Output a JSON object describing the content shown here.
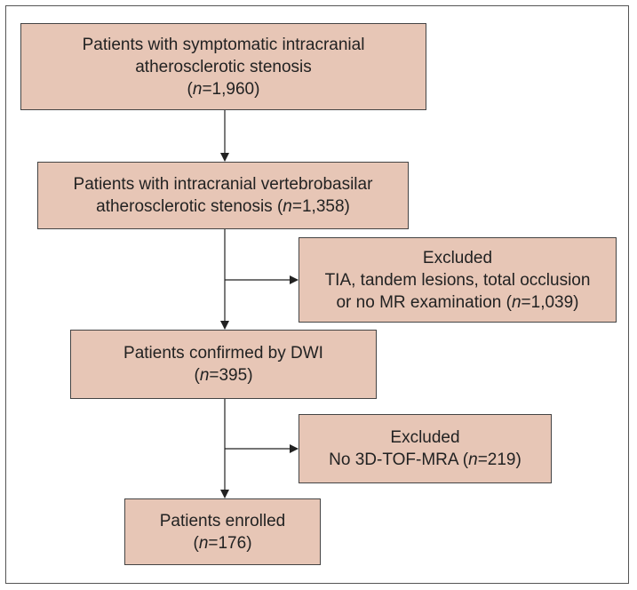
{
  "boxes": {
    "b1": {
      "line1": "Patients with symptomatic intracranial",
      "line2": "atherosclerotic stenosis",
      "n_label": "n",
      "n_value": "=1,960"
    },
    "b2": {
      "line1": "Patients with intracranial vertebrobasilar",
      "line2_prefix": "atherosclerotic stenosis (",
      "n_label": "n",
      "n_value": "=1,358)"
    },
    "ex1": {
      "title": "Excluded",
      "line1": "TIA, tandem lesions, total occlusion",
      "line2_prefix": "or no MR examination (",
      "n_label": "n",
      "n_value": "=1,039)"
    },
    "b3": {
      "line1": "Patients confirmed by DWI",
      "n_label": "n",
      "n_value": "=395"
    },
    "ex2": {
      "title": "Excluded",
      "line1_prefix": "No 3D-TOF-MRA (",
      "n_label": "n",
      "n_value": "=219)"
    },
    "b4": {
      "line1": "Patients enrolled",
      "n_label": "n",
      "n_value": "=176"
    }
  },
  "colors": {
    "box_fill": "#e7c6b6",
    "box_border": "#444444",
    "arrow": "#222222"
  }
}
